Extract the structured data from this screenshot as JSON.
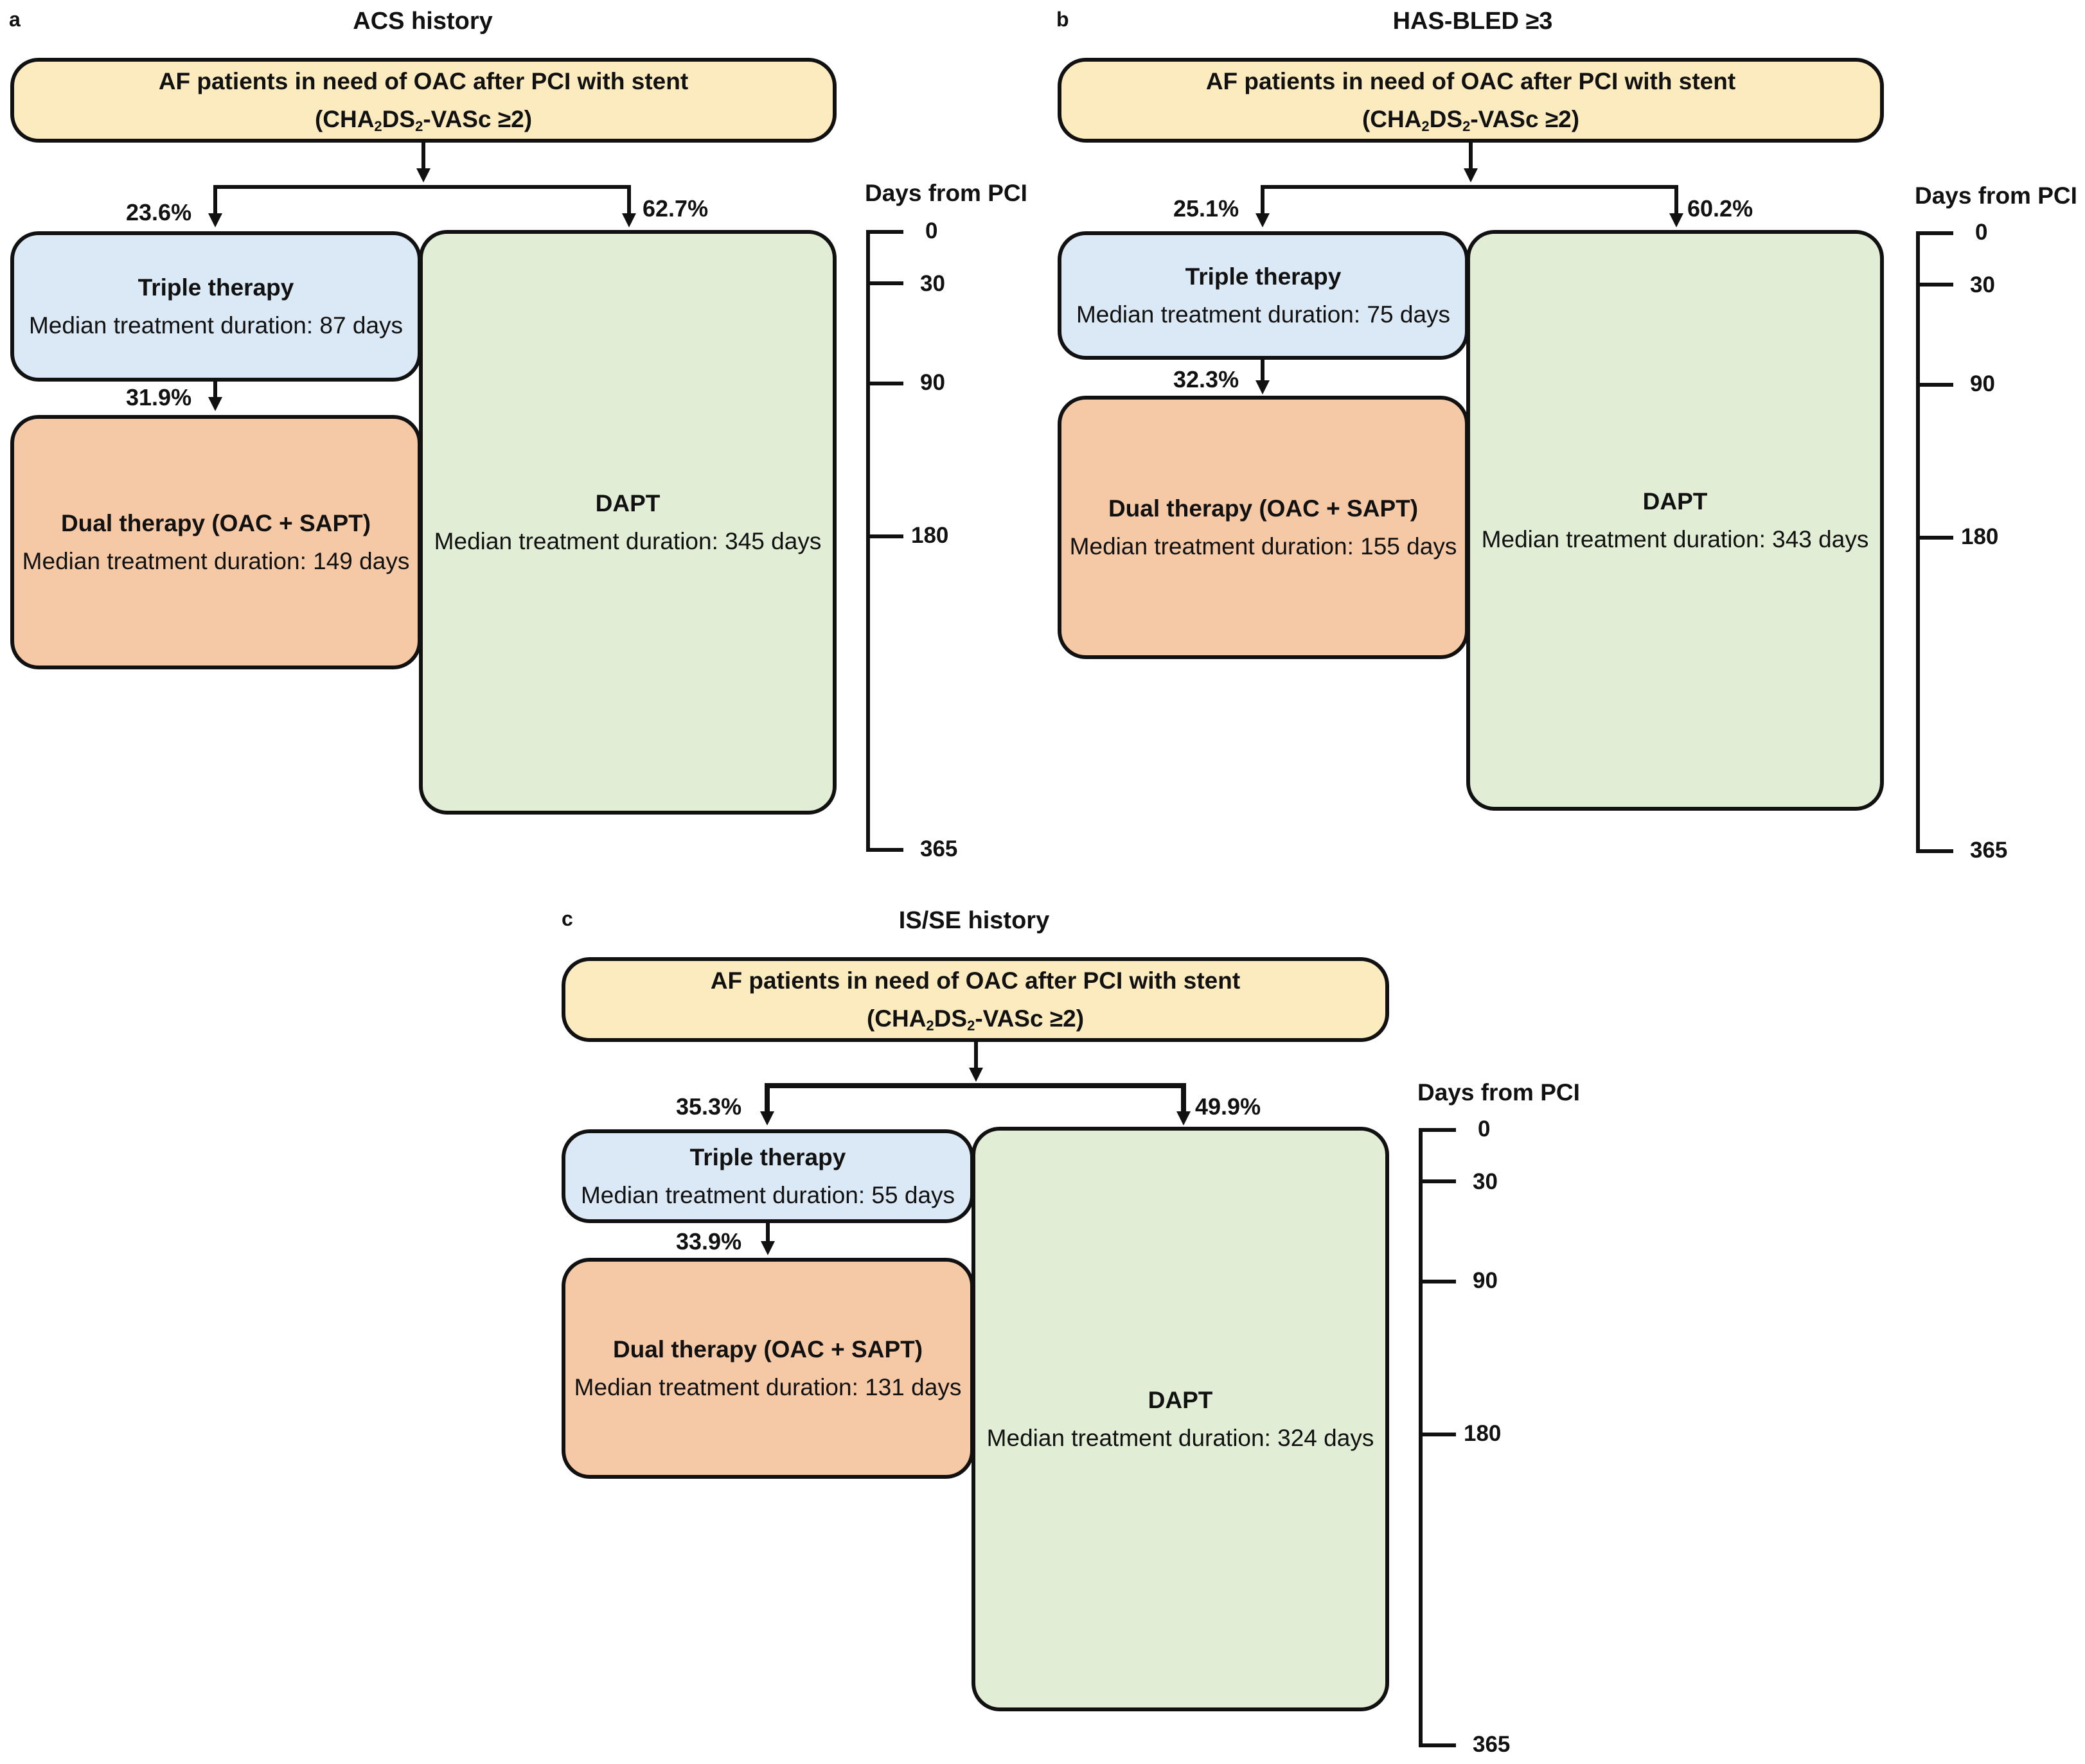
{
  "panels": [
    {
      "letter": "a",
      "title": "ACS history",
      "top_box": {
        "line1": "AF patients in need of OAC after PCI with stent",
        "line2_prefix": "(CHA",
        "sub1": "2",
        "line2_mid": "DS",
        "sub2": "2",
        "line2_suffix": "-VASc ≥2)"
      },
      "triple": {
        "title": "Triple therapy",
        "duration": "Median treatment duration: 87 days",
        "pct": "23.6%"
      },
      "dual": {
        "title": "Dual therapy (OAC + SAPT)",
        "duration": "Median treatment duration: 149 days",
        "pct": "31.9%"
      },
      "dapt": {
        "title": "DAPT",
        "duration": "Median treatment duration: 345 days",
        "pct": "62.7%"
      },
      "timeline": {
        "title": "Days from PCI",
        "ticks": [
          "0",
          "30",
          "90",
          "180",
          "365"
        ]
      }
    },
    {
      "letter": "b",
      "title": "HAS-BLED ≥3",
      "top_box": {
        "line1": "AF patients in need of OAC after PCI with stent",
        "line2_prefix": "(CHA",
        "sub1": "2",
        "line2_mid": "DS",
        "sub2": "2",
        "line2_suffix": "-VASc ≥2)"
      },
      "triple": {
        "title": "Triple therapy",
        "duration": "Median treatment duration: 75 days",
        "pct": "25.1%"
      },
      "dual": {
        "title": "Dual therapy (OAC + SAPT)",
        "duration": "Median treatment duration: 155 days",
        "pct": "32.3%"
      },
      "dapt": {
        "title": "DAPT",
        "duration": "Median treatment duration: 343 days",
        "pct": "60.2%"
      },
      "timeline": {
        "title": "Days from PCI",
        "ticks": [
          "0",
          "30",
          "90",
          "180",
          "365"
        ]
      }
    },
    {
      "letter": "c",
      "title": "IS/SE history",
      "top_box": {
        "line1": "AF patients in need of OAC after PCI with stent",
        "line2_prefix": "(CHA",
        "sub1": "2",
        "line2_mid": "DS",
        "sub2": "2",
        "line2_suffix": "-VASc ≥2)"
      },
      "triple": {
        "title": "Triple therapy",
        "duration": "Median treatment duration: 55 days",
        "pct": "35.3%"
      },
      "dual": {
        "title": "Dual therapy (OAC + SAPT)",
        "duration": "Median treatment duration: 131 days",
        "pct": "33.9%"
      },
      "dapt": {
        "title": "DAPT",
        "duration": "Median treatment duration: 324 days",
        "pct": "49.9%"
      },
      "timeline": {
        "title": "Days from PCI",
        "ticks": [
          "0",
          "30",
          "90",
          "180",
          "365"
        ]
      }
    }
  ]
}
